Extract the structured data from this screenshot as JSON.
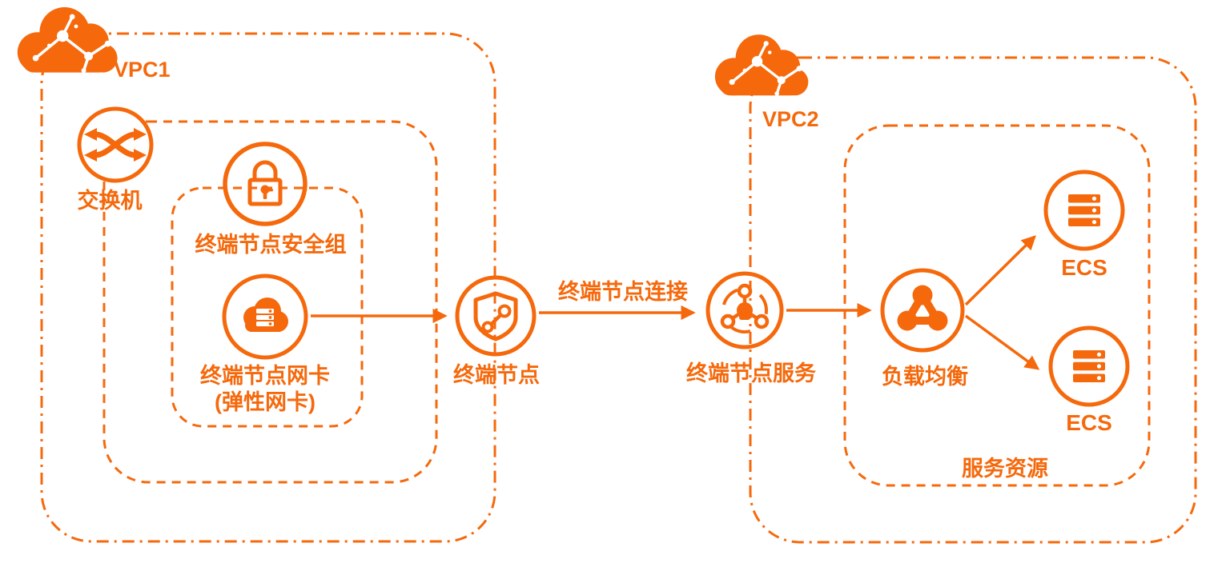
{
  "colors": {
    "accent": "#F5690C",
    "background": "#FFFFFF"
  },
  "vpc1": {
    "label": "VPC1",
    "cloud_icon": "network-cloud-icon",
    "switch": {
      "label": "交换机",
      "icon": "vswitch-icon"
    },
    "security_group": {
      "label": "终端节点安全组",
      "icon": "lock-icon"
    },
    "nic": {
      "label_line1": "终端节点网卡",
      "label_line2": "(弹性网卡)",
      "icon": "cloud-server-icon"
    },
    "endpoint": {
      "label": "终端节点",
      "icon": "shield-link-icon"
    }
  },
  "connection": {
    "label": "终端节点连接"
  },
  "vpc2": {
    "label": "VPC2",
    "cloud_icon": "network-cloud-icon",
    "endpoint_service": {
      "label": "终端节点服务",
      "icon": "service-hub-icon"
    },
    "load_balancer": {
      "label": "负载均衡",
      "icon": "load-balancer-icon"
    },
    "ecs_top": {
      "label": "ECS",
      "icon": "server-stack-icon"
    },
    "ecs_bottom": {
      "label": "ECS",
      "icon": "server-stack-icon"
    },
    "service_resources": {
      "label": "服务资源"
    }
  }
}
